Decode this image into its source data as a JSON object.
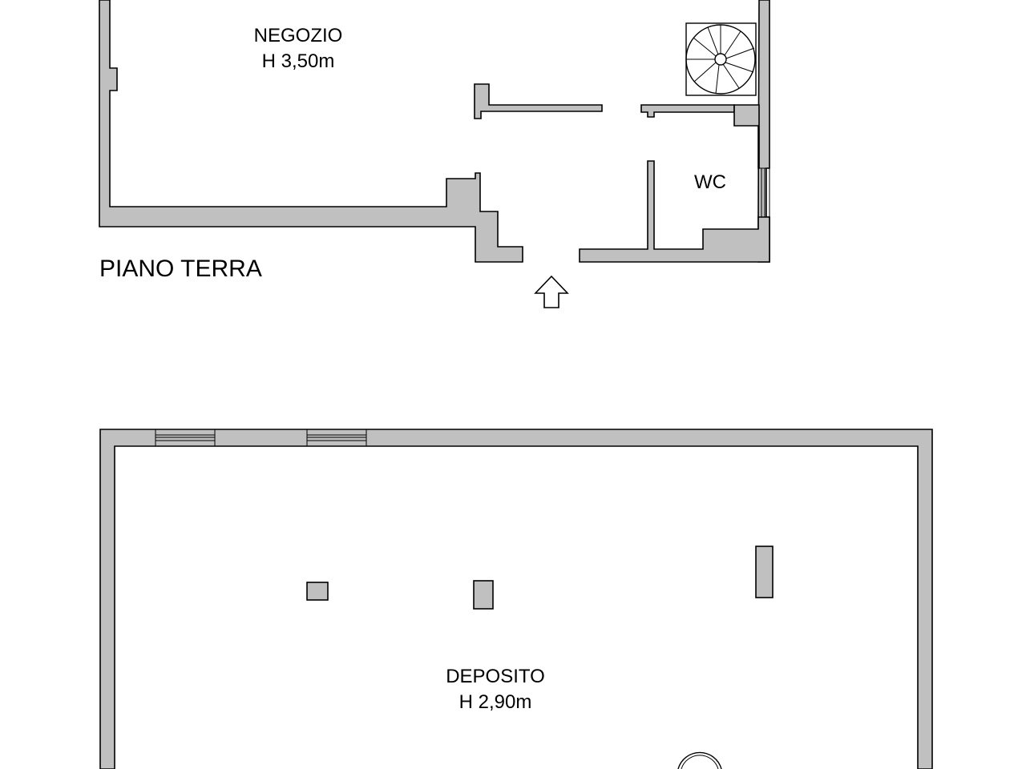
{
  "colors": {
    "wall_fill": "#c0c0c0",
    "line": "#000000",
    "background": "#ffffff"
  },
  "ground_floor": {
    "floor_label": "PIANO TERRA",
    "rooms": {
      "negozio": {
        "name": "NEGOZIO",
        "height": "H 3,50m"
      },
      "wc": {
        "name": "WC"
      }
    },
    "entrance_icon": "arrow-up-outline-icon",
    "stair_icon": "spiral-staircase-icon"
  },
  "basement": {
    "rooms": {
      "deposito": {
        "name": "DEPOSITO",
        "height": "H 2,90m"
      }
    },
    "stair_icon": "spiral-staircase-icon"
  }
}
